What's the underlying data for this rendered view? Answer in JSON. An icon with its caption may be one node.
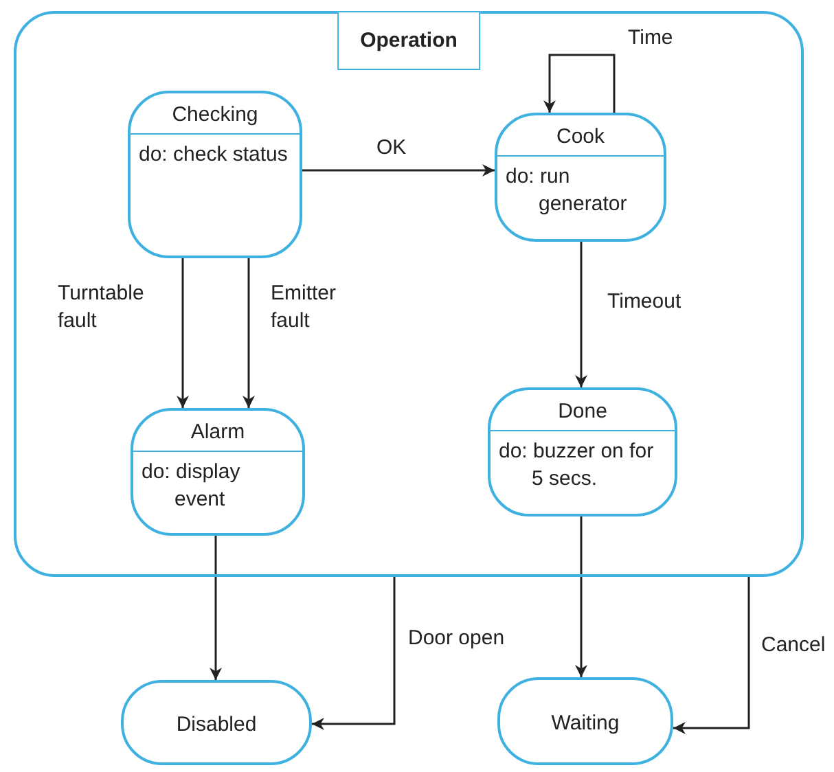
{
  "diagram": {
    "nodes": [
      {
        "text": [
          "Operation"
        ]
      },
      {
        "text": [
          "Checking",
          "do: check status"
        ],
        "in": 0
      },
      {
        "text": [
          "Cook",
          "do: run generator"
        ],
        "in": 0
      },
      {
        "text": [
          "Alarm",
          "do: display event"
        ],
        "in": 0
      },
      {
        "text": [
          "Done",
          "do: buzzer on for 5 secs."
        ],
        "in": 0
      },
      {
        "text": [
          "Disabled"
        ]
      },
      {
        "text": [
          "Waiting"
        ]
      }
    ],
    "edges": [
      {
        "from": 1,
        "to": 2,
        "arrow": "to",
        "label": "OK"
      },
      {
        "from": 2,
        "to": 2,
        "arrow": "to",
        "label": "Time"
      },
      {
        "from": 1,
        "to": 3,
        "arrow": "to",
        "label": "Turntable fault"
      },
      {
        "from": 1,
        "to": 3,
        "arrow": "to",
        "label": "Emitter fault"
      },
      {
        "from": 2,
        "to": 4,
        "arrow": "to",
        "label": "Timeout"
      },
      {
        "from": 3,
        "to": 5,
        "arrow": "to"
      },
      {
        "from": 0,
        "to": 5,
        "arrow": "to",
        "label": "Door open"
      },
      {
        "from": 4,
        "to": 6,
        "arrow": "to"
      },
      {
        "from": 0,
        "to": 6,
        "arrow": "to",
        "label": "Cancel"
      }
    ]
  }
}
